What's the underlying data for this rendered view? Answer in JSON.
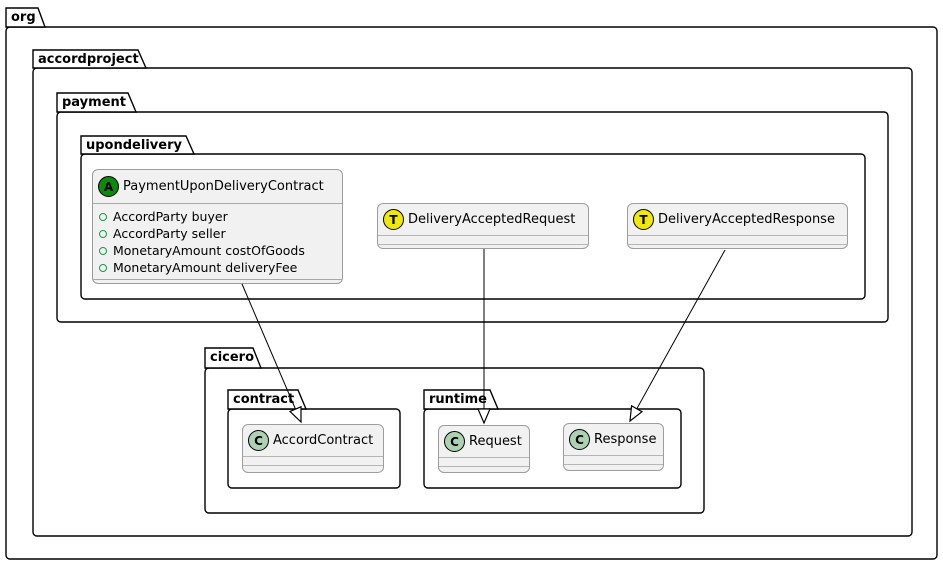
{
  "packages": {
    "org": {
      "label": "org"
    },
    "accordproject": {
      "label": "accordproject"
    },
    "payment": {
      "label": "payment"
    },
    "upondelivery": {
      "label": "upondelivery"
    },
    "cicero": {
      "label": "cicero"
    },
    "contract": {
      "label": "contract"
    },
    "runtime": {
      "label": "runtime"
    }
  },
  "classes": {
    "payment_upon_delivery_contract": {
      "spot": "A",
      "spot_icon": "abstract-spot-icon",
      "name": "PaymentUponDeliveryContract",
      "attributes": [
        "AccordParty buyer",
        "AccordParty seller",
        "MonetaryAmount costOfGoods",
        "MonetaryAmount deliveryFee"
      ]
    },
    "delivery_accepted_request": {
      "spot": "T",
      "spot_icon": "transaction-spot-icon",
      "name": "DeliveryAcceptedRequest"
    },
    "delivery_accepted_response": {
      "spot": "T",
      "spot_icon": "transaction-spot-icon",
      "name": "DeliveryAcceptedResponse"
    },
    "accord_contract": {
      "spot": "C",
      "spot_icon": "class-spot-icon",
      "name": "AccordContract"
    },
    "request": {
      "spot": "C",
      "spot_icon": "class-spot-icon",
      "name": "Request"
    },
    "response": {
      "spot": "C",
      "spot_icon": "class-spot-icon",
      "name": "Response"
    }
  },
  "relationships": [
    {
      "from": "PaymentUponDeliveryContract",
      "to": "AccordContract",
      "type": "generalization"
    },
    {
      "from": "DeliveryAcceptedRequest",
      "to": "Request",
      "type": "generalization"
    },
    {
      "from": "DeliveryAcceptedResponse",
      "to": "Response",
      "type": "generalization"
    }
  ],
  "colors": {
    "package_border": "#000000",
    "class_fill": "#f1f1f1",
    "class_border": "#9d9d9d",
    "abstract_spot": "#0c8a0c",
    "transaction_spot": "#f0e80a",
    "class_spot": "#add1b2",
    "field_icon": "#199a49",
    "arrow": "#000000"
  }
}
